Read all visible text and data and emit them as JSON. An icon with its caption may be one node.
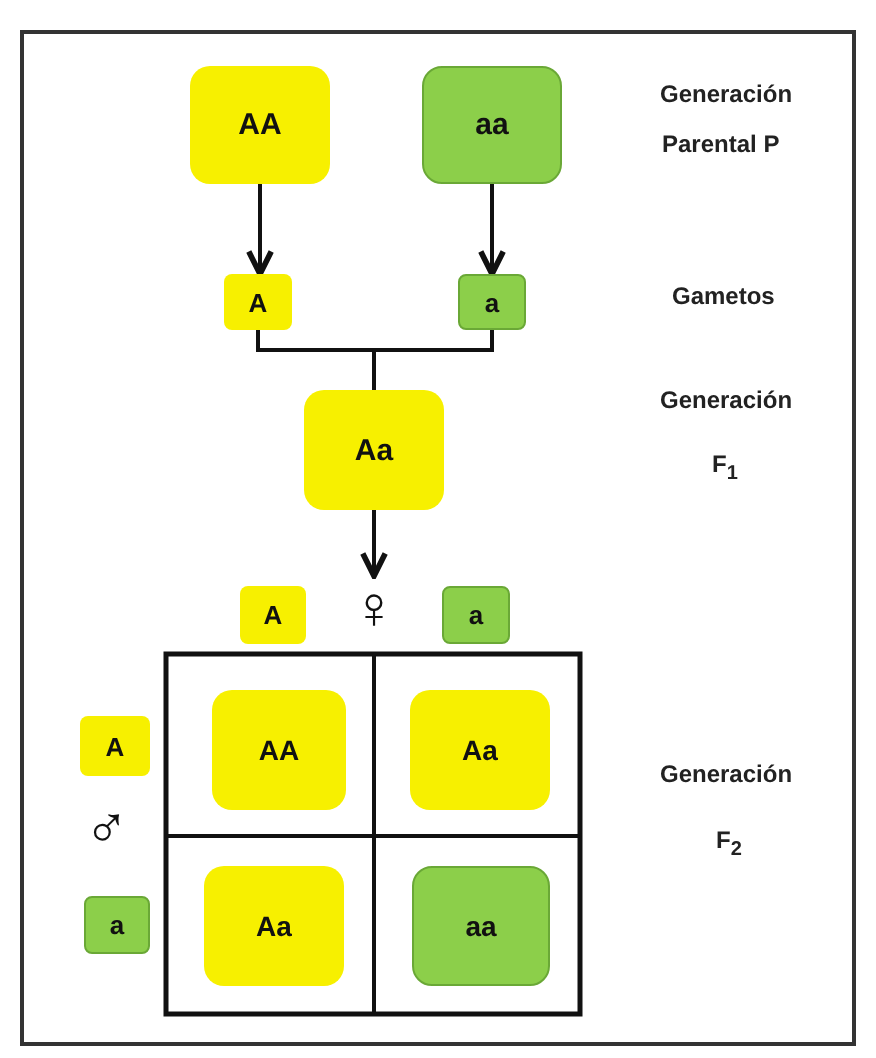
{
  "diagram": {
    "nodes": [
      {
        "text": [
          "AA"
        ]
      },
      {
        "text": [
          "aa"
        ]
      },
      {
        "text": [
          "A"
        ]
      },
      {
        "text": [
          "a"
        ]
      },
      {
        "text": [
          "Aa"
        ]
      },
      {
        "text": [
          "A"
        ]
      },
      {
        "text": [
          "♀"
        ]
      },
      {
        "text": [
          "a"
        ]
      },
      {
        "text": [
          "A"
        ]
      },
      {
        "text": [
          "a"
        ]
      },
      {
        "text": [
          "AA"
        ]
      },
      {
        "text": [
          "Aa"
        ]
      },
      {
        "text": [
          "Aa"
        ]
      },
      {
        "text": [
          "aa"
        ]
      }
    ],
    "edges": [
      {
        "from": 0,
        "to": 2,
        "arrow": "to"
      },
      {
        "from": 1,
        "to": 3,
        "arrow": "to"
      },
      {
        "from": 2,
        "to": 4,
        "arrow": "none"
      },
      {
        "from": 3,
        "to": 4,
        "arrow": "none"
      },
      {
        "from": 4,
        "to": 6,
        "arrow": "to"
      }
    ],
    "labels": [
      "Generación",
      "Parental P",
      "Gametos",
      "Generación",
      "F$_{1}$",
      "Generación",
      "♂",
      "F$_{2}$"
    ]
  }
}
